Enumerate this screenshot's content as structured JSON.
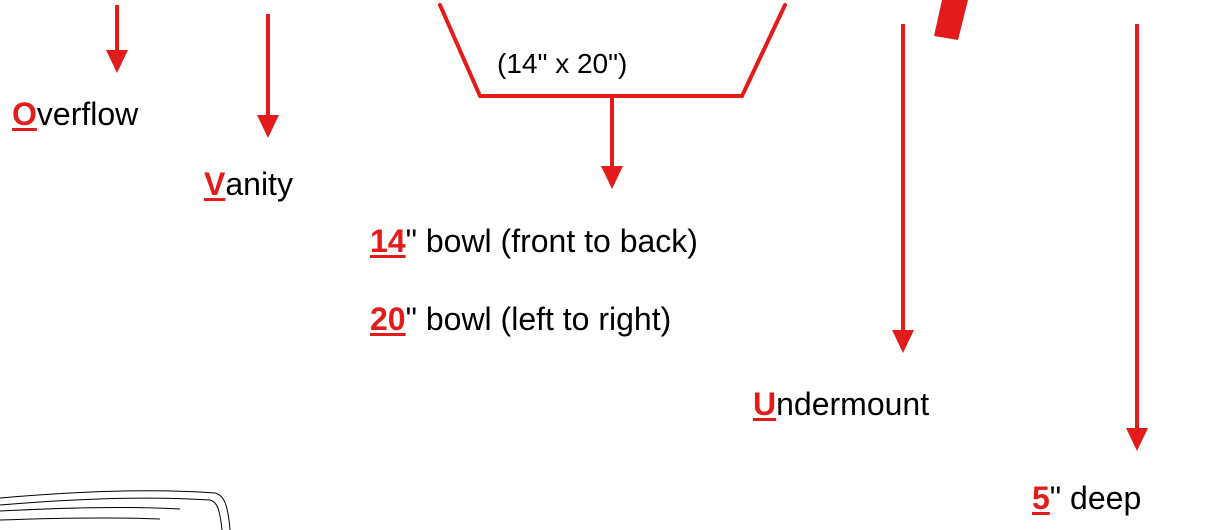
{
  "colors": {
    "accent": "#e31b1b",
    "text": "#000000"
  },
  "bowl": {
    "dimensions": "(14\" x 20\")"
  },
  "labels": {
    "overflow": {
      "key": "O",
      "rest": "verflow"
    },
    "vanity": {
      "key": "V",
      "rest": "anity"
    },
    "bowl_front": {
      "key": "14",
      "rest": "\" bowl (front to back)"
    },
    "bowl_side": {
      "key": "20",
      "rest": "\" bowl (left to right)"
    },
    "undermount": {
      "key": "U",
      "rest": "ndermount"
    },
    "depth": {
      "key": "5",
      "rest": "\" deep"
    }
  }
}
